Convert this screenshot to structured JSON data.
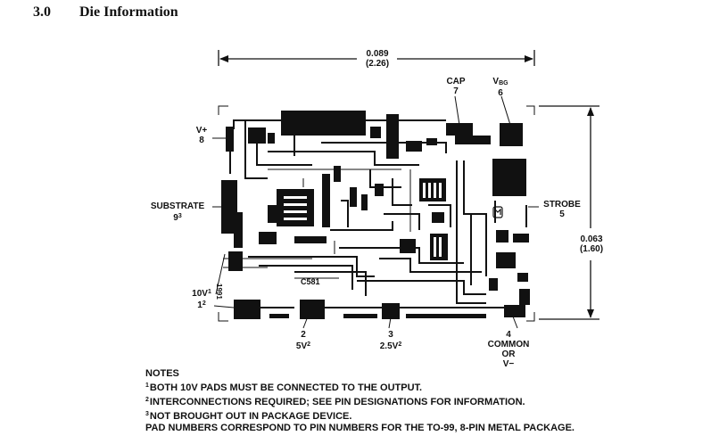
{
  "section": {
    "number": "3.0",
    "title": "Die Information"
  },
  "dimensions": {
    "width_in": "0.089",
    "width_mm": "(2.26)",
    "height_in": "0.063",
    "height_mm": "(1.60)"
  },
  "pins": {
    "cap": {
      "name": "CAP",
      "number": "7"
    },
    "vbg": {
      "name": "V",
      "sub": "BG",
      "number": "6"
    },
    "vplus": {
      "name": "V+",
      "number": "8"
    },
    "substrate": {
      "name": "SUBSTRATE",
      "number": "9",
      "sup": "3"
    },
    "strobe": {
      "name": "STROBE",
      "number": "5"
    },
    "tenv": {
      "name": "10V",
      "sup": "1",
      "number": "1",
      "number_sup": "2"
    },
    "fivev": {
      "number": "2",
      "name": "5V",
      "sup": "2"
    },
    "twofivev": {
      "number": "3",
      "name": "2.5V",
      "sup": "2"
    },
    "common": {
      "number": "4",
      "line1": "COMMON",
      "line2": "OR",
      "line3": "V−"
    }
  },
  "die_marks": {
    "part": "C581",
    "year": "1991"
  },
  "notes": {
    "title": "NOTES",
    "items": [
      {
        "sup": "1",
        "text": "BOTH 10V PADS MUST BE CONNECTED TO THE OUTPUT."
      },
      {
        "sup": "2",
        "text": "INTERCONNECTIONS REQUIRED; SEE PIN DESIGNATIONS FOR INFORMATION."
      },
      {
        "sup": "3",
        "text": "NOT BROUGHT OUT IN PACKAGE DEVICE."
      },
      {
        "sup": "",
        "text": "PAD NUMBERS CORRESPOND TO PIN NUMBERS FOR THE TO-99, 8-PIN METAL PACKAGE."
      }
    ]
  }
}
